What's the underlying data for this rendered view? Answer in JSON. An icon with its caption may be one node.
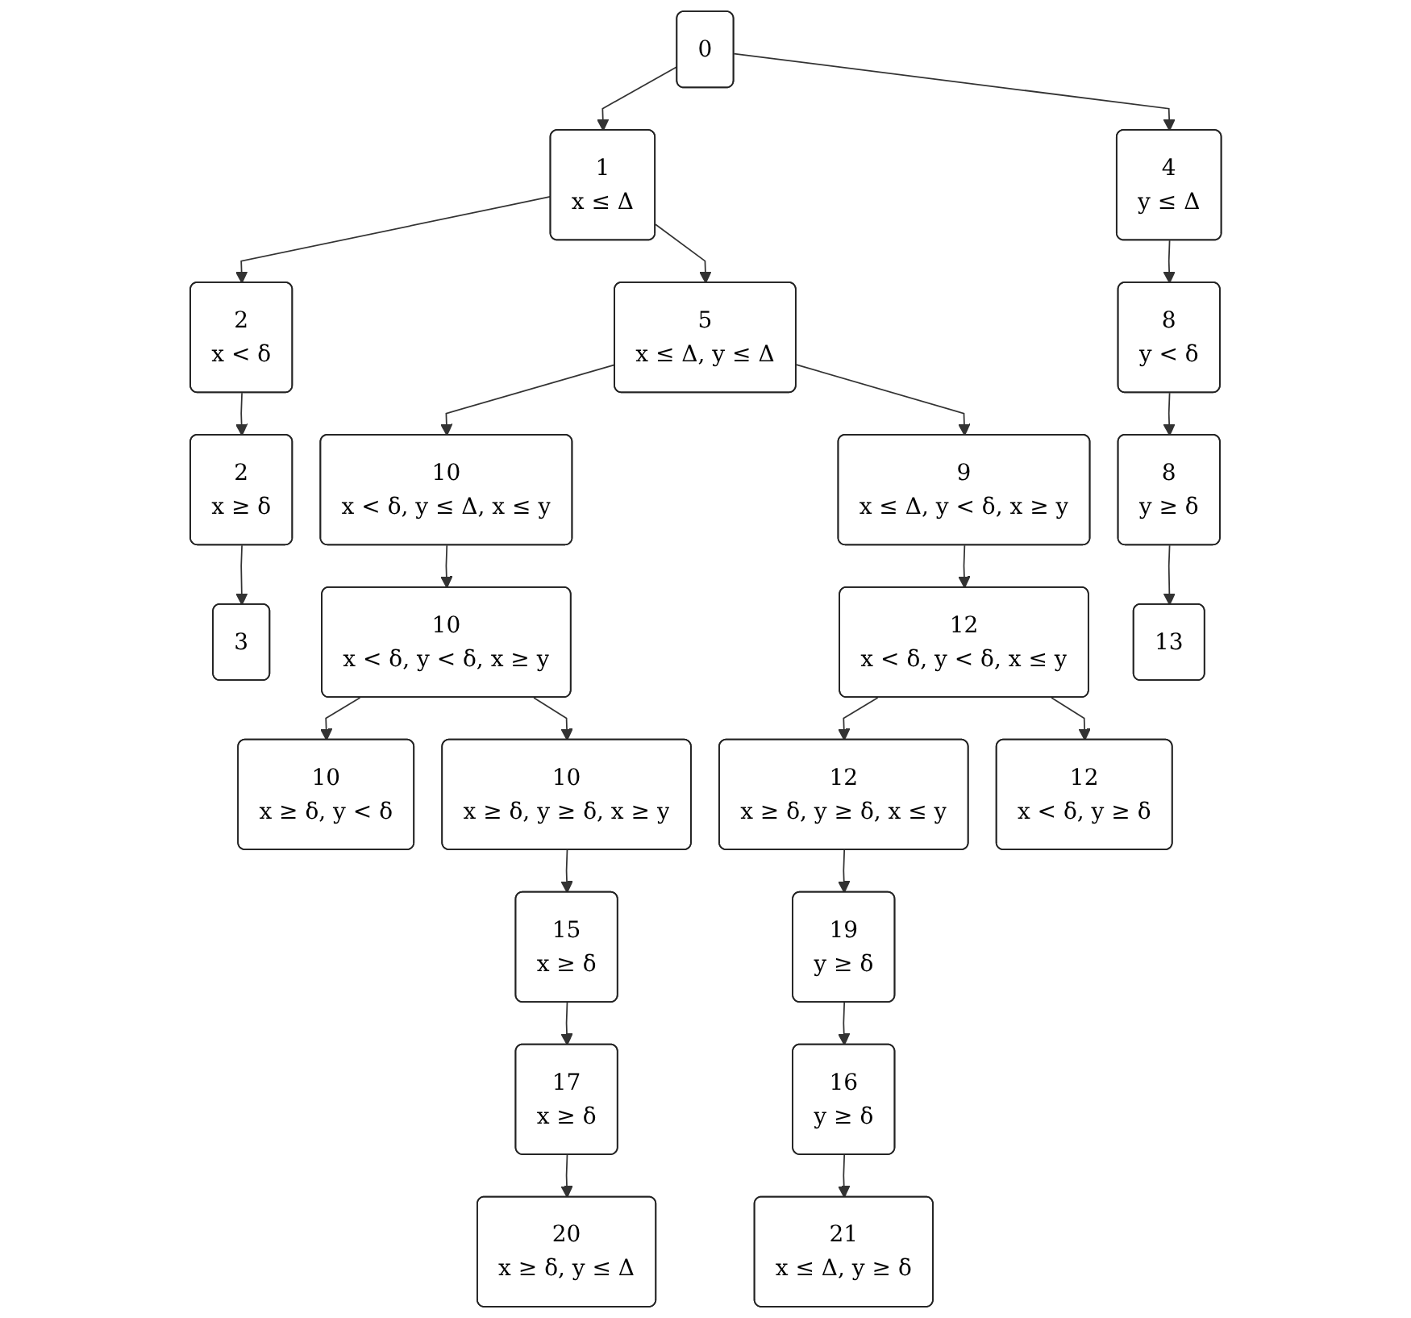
{
  "diagram": {
    "nodes": [
      {
        "text": [
          "0"
        ]
      },
      {
        "text": [
          "1",
          "x ≤ Δ"
        ]
      },
      {
        "text": [
          "4",
          "y ≤ Δ"
        ]
      },
      {
        "text": [
          "2",
          "x < δ"
        ]
      },
      {
        "text": [
          "5",
          "x ≤ Δ, y ≤ Δ"
        ]
      },
      {
        "text": [
          "8",
          "y < δ"
        ]
      },
      {
        "text": [
          "2",
          "x ≥ δ"
        ]
      },
      {
        "text": [
          "10",
          "x < δ, y ≤ Δ, x ≤ y"
        ]
      },
      {
        "text": [
          "9",
          "x ≤ Δ, y < δ, x ≥ y"
        ]
      },
      {
        "text": [
          "8",
          "y ≥ δ"
        ]
      },
      {
        "text": [
          "3"
        ]
      },
      {
        "text": [
          "10",
          "x < δ, y < δ, x ≥ y"
        ]
      },
      {
        "text": [
          "12",
          "x < δ, y < δ, x ≤ y"
        ]
      },
      {
        "text": [
          "13"
        ]
      },
      {
        "text": [
          "10",
          "x ≥ δ, y < δ"
        ]
      },
      {
        "text": [
          "10",
          "x ≥ δ, y ≥ δ, x ≥ y"
        ]
      },
      {
        "text": [
          "12",
          "x ≥ δ, y ≥ δ, x ≤ y"
        ]
      },
      {
        "text": [
          "12",
          "x < δ, y ≥ δ"
        ]
      },
      {
        "text": [
          "15",
          "x ≥ δ"
        ]
      },
      {
        "text": [
          "19",
          "y ≥ δ"
        ]
      },
      {
        "text": [
          "17",
          "x ≥ δ"
        ]
      },
      {
        "text": [
          "16",
          "y ≥ δ"
        ]
      },
      {
        "text": [
          "20",
          "x ≥ δ, y ≤ Δ"
        ]
      },
      {
        "text": [
          "21",
          "x ≤ Δ, y ≥ δ"
        ]
      }
    ],
    "edges": [
      {
        "from": 0,
        "to": 1,
        "arrow": "to"
      },
      {
        "from": 0,
        "to": 2,
        "arrow": "to"
      },
      {
        "from": 1,
        "to": 3,
        "arrow": "to"
      },
      {
        "from": 1,
        "to": 4,
        "arrow": "to"
      },
      {
        "from": 2,
        "to": 5,
        "arrow": "to"
      },
      {
        "from": 3,
        "to": 6,
        "arrow": "to"
      },
      {
        "from": 4,
        "to": 7,
        "arrow": "to"
      },
      {
        "from": 4,
        "to": 8,
        "arrow": "to"
      },
      {
        "from": 5,
        "to": 9,
        "arrow": "to"
      },
      {
        "from": 6,
        "to": 10,
        "arrow": "to"
      },
      {
        "from": 7,
        "to": 11,
        "arrow": "to"
      },
      {
        "from": 8,
        "to": 12,
        "arrow": "to"
      },
      {
        "from": 9,
        "to": 13,
        "arrow": "to"
      },
      {
        "from": 11,
        "to": 14,
        "arrow": "to"
      },
      {
        "from": 11,
        "to": 15,
        "arrow": "to"
      },
      {
        "from": 12,
        "to": 16,
        "arrow": "to"
      },
      {
        "from": 12,
        "to": 17,
        "arrow": "to"
      },
      {
        "from": 15,
        "to": 18,
        "arrow": "to"
      },
      {
        "from": 16,
        "to": 19,
        "arrow": "to"
      },
      {
        "from": 18,
        "to": 20,
        "arrow": "to"
      },
      {
        "from": 19,
        "to": 21,
        "arrow": "to"
      },
      {
        "from": 20,
        "to": 22,
        "arrow": "to"
      },
      {
        "from": 21,
        "to": 23,
        "arrow": "to"
      }
    ]
  }
}
